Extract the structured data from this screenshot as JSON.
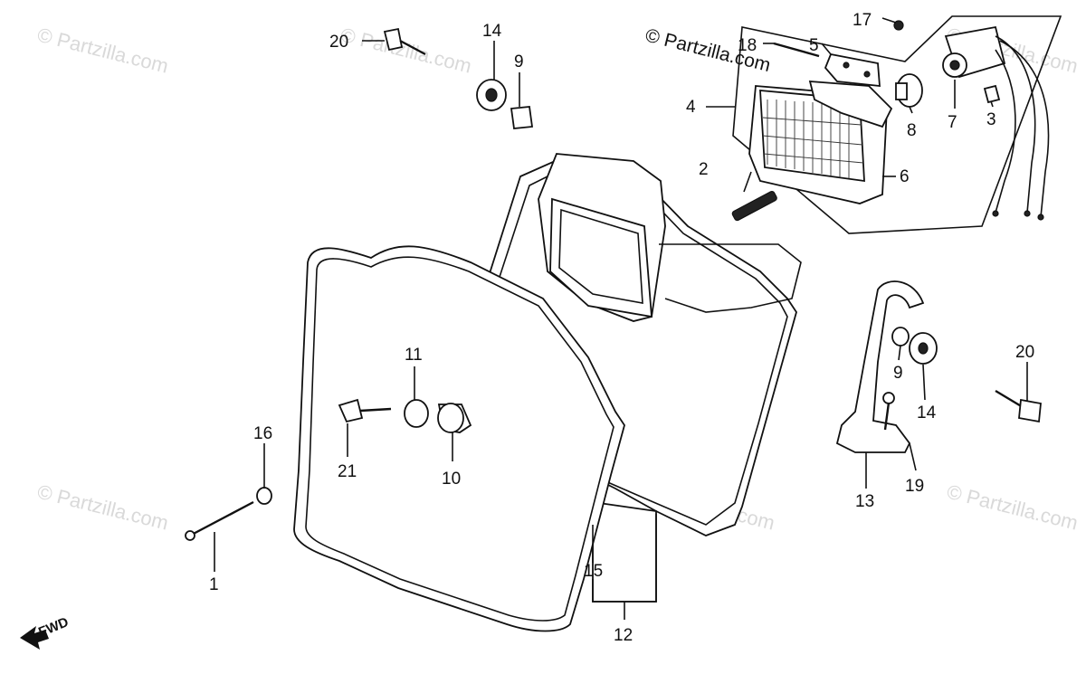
{
  "copyright": "© Partzilla.com",
  "watermark": "© Partzilla.com",
  "fwd_label": "FWD",
  "callouts": {
    "c1": "1",
    "c2": "2",
    "c3": "3",
    "c4": "4",
    "c5": "5",
    "c6": "6",
    "c7": "7",
    "c8": "8",
    "c9a": "9",
    "c9b": "9",
    "c10": "10",
    "c11": "11",
    "c12": "12",
    "c13": "13",
    "c14a": "14",
    "c14b": "14",
    "c15": "15",
    "c16": "16",
    "c17": "17",
    "c18": "18",
    "c19": "19",
    "c20a": "20",
    "c20b": "20",
    "c21": "21"
  }
}
